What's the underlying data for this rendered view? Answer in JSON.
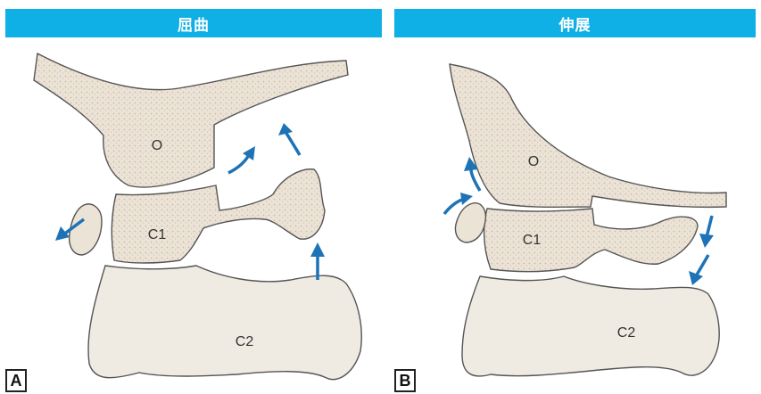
{
  "colors": {
    "header": "#0FB0E6",
    "bone_fill": "#ECE3D7",
    "bone_stroke": "#555555",
    "vertebra_fill": "#EFEBE3",
    "arrow": "#1E73B7"
  },
  "panels": [
    {
      "title": "屈曲",
      "letter": "A",
      "labels": {
        "occiput": "O",
        "atlas": "C1",
        "axis": "C2"
      },
      "motion": "flexion"
    },
    {
      "title": "伸展",
      "letter": "B",
      "labels": {
        "occiput": "O",
        "atlas": "C1",
        "axis": "C2"
      },
      "motion": "extension"
    }
  ],
  "icons": [
    "arrow-icon"
  ]
}
